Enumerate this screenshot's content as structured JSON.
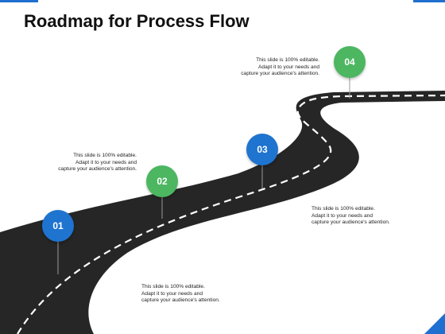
{
  "title": "Roadmap for Process Flow",
  "colors": {
    "accent": "#1f6fd0",
    "blue": "#1e74cf",
    "green": "#4cb661",
    "road": "#262626"
  },
  "milestones": [
    {
      "label": "01",
      "color": "blue"
    },
    {
      "label": "02",
      "color": "green"
    },
    {
      "label": "03",
      "color": "blue"
    },
    {
      "label": "04",
      "color": "green"
    }
  ],
  "notes": [
    "This slide is 100% editable.\nAdapt it to your needs and\ncapture your audience's attention.",
    "This slide is 100% editable.\nAdapt it to your needs and\ncapture your audience's attention.",
    "This slide is 100% editable.\nAdapt it to your needs and\ncapture your audience's attention.",
    "This slide is 100% editable.\nAdapt it to your needs and\ncapture your audience's attention."
  ]
}
